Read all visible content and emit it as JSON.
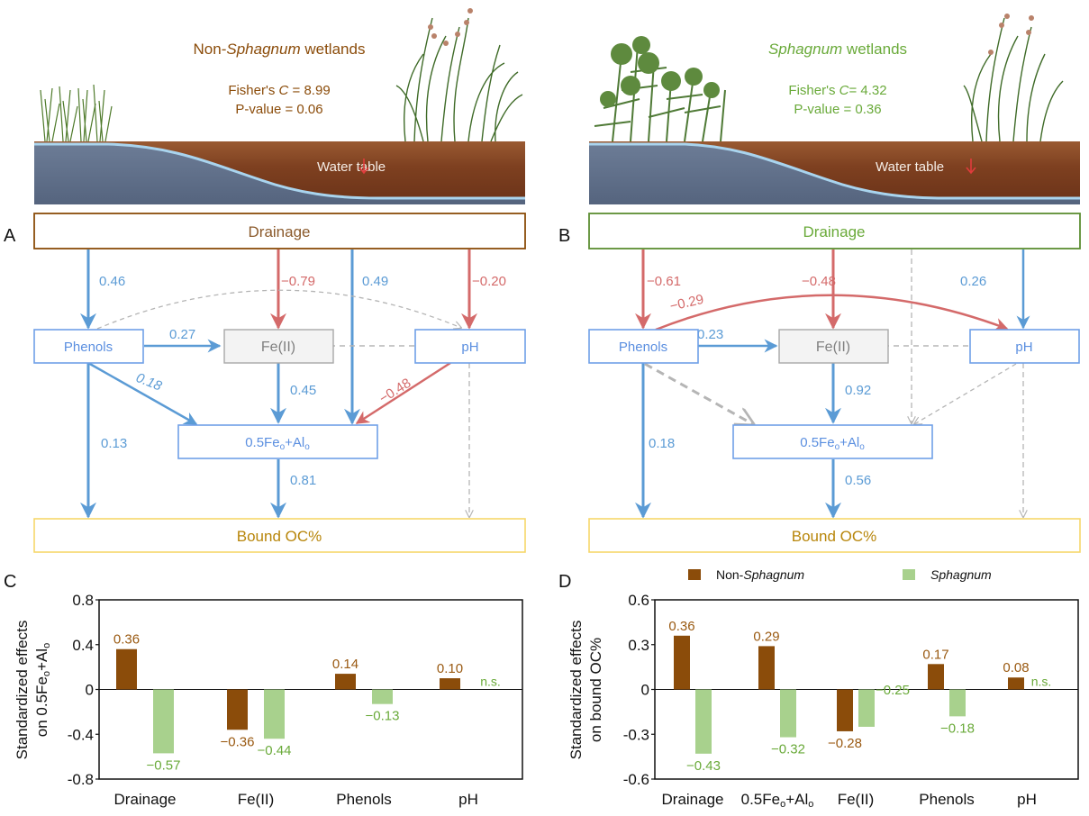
{
  "colors": {
    "brown": "#8B4C0A",
    "brown_text": "#9A5A12",
    "green_text": "#6AAA3A",
    "green_bar": "#A8D18D",
    "green_box": "#5C8E32",
    "blue": "#5B9BD5",
    "blue_box": "#6FA0E8",
    "red": "#D46A6A",
    "gray": "#B5B5B5",
    "yellow_box": "#F7D76A",
    "bound_text": "#B8860B",
    "water": "#5C6C86",
    "soil": "#7A3E1C",
    "water_table_arrow": "#E03C3C"
  },
  "panels": [
    {
      "letter": "A",
      "scene": {
        "title_prefix": "Non-",
        "title_italic": "Sphagnum",
        "title_suffix": " wetlands",
        "stat_label": "Fisher's ",
        "stat_italic": "C",
        "stat_value": " = 8.99",
        "pvalue": "P-value = 0.06",
        "water_table": "Water table",
        "vegetation": "sedge"
      },
      "nodes": {
        "drainage": "Drainage",
        "phenols": "Phenols",
        "fe2": "Fe(II)",
        "ph": "pH",
        "feal": "0.5Fe",
        "feal_sub1": "o",
        "feal_mid": "+Al",
        "feal_sub2": "o",
        "bound": "Bound OC%"
      },
      "paths": [
        {
          "from": "drainage",
          "to": "phenols",
          "coef": "0.46",
          "sign": "pos",
          "significant": true
        },
        {
          "from": "drainage",
          "to": "fe2",
          "coef": "−0.79",
          "sign": "neg",
          "significant": true
        },
        {
          "from": "drainage",
          "to": "feal",
          "coef": "0.49",
          "sign": "pos",
          "significant": true
        },
        {
          "from": "drainage",
          "to": "ph",
          "coef": "−0.20",
          "sign": "neg",
          "significant": true
        },
        {
          "from": "phenols",
          "to": "ph",
          "coef": "",
          "sign": "ns",
          "significant": false
        },
        {
          "from": "phenols",
          "to": "fe2",
          "coef": "0.27",
          "sign": "pos",
          "significant": true
        },
        {
          "from": "ph",
          "to": "fe2",
          "coef": "",
          "sign": "ns",
          "significant": false
        },
        {
          "from": "phenols",
          "to": "feal",
          "coef": "0.18",
          "sign": "pos",
          "significant": true
        },
        {
          "from": "fe2",
          "to": "feal",
          "coef": "0.45",
          "sign": "pos",
          "significant": true
        },
        {
          "from": "ph",
          "to": "feal",
          "coef": "−0.48",
          "sign": "neg",
          "significant": true
        },
        {
          "from": "phenols",
          "to": "bound",
          "coef": "0.13",
          "sign": "pos",
          "significant": true
        },
        {
          "from": "feal",
          "to": "bound",
          "coef": "0.81",
          "sign": "pos",
          "significant": true
        },
        {
          "from": "ph",
          "to": "bound",
          "coef": "",
          "sign": "ns",
          "significant": false
        }
      ]
    },
    {
      "letter": "B",
      "scene": {
        "title_prefix": "",
        "title_italic": "Sphagnum",
        "title_suffix": " wetlands",
        "stat_label": "Fisher's ",
        "stat_italic": "C",
        "stat_value": "= 4.32",
        "pvalue": "P-value = 0.36",
        "water_table": "Water table",
        "vegetation": "sphagnum"
      },
      "nodes": {
        "drainage": "Drainage",
        "phenols": "Phenols",
        "fe2": "Fe(II)",
        "ph": "pH",
        "feal": "0.5Fe",
        "feal_sub1": "o",
        "feal_mid": "+Al",
        "feal_sub2": "o",
        "bound": "Bound OC%"
      },
      "paths": [
        {
          "from": "drainage",
          "to": "phenols",
          "coef": "−0.61",
          "sign": "neg",
          "significant": true
        },
        {
          "from": "drainage",
          "to": "fe2",
          "coef": "−0.48",
          "sign": "neg",
          "significant": true
        },
        {
          "from": "drainage",
          "to": "feal",
          "coef": "",
          "sign": "ns",
          "significant": false
        },
        {
          "from": "drainage",
          "to": "ph",
          "coef": "0.26",
          "sign": "pos",
          "significant": true
        },
        {
          "from": "phenols",
          "to": "ph",
          "coef": "−0.29",
          "sign": "neg",
          "significant": true
        },
        {
          "from": "phenols",
          "to": "fe2",
          "coef": "0.23",
          "sign": "pos",
          "significant": true
        },
        {
          "from": "ph",
          "to": "fe2",
          "coef": "",
          "sign": "ns",
          "significant": false
        },
        {
          "from": "phenols",
          "to": "feal",
          "coef": "",
          "sign": "ns",
          "significant": false
        },
        {
          "from": "fe2",
          "to": "feal",
          "coef": "0.92",
          "sign": "pos",
          "significant": true
        },
        {
          "from": "ph",
          "to": "feal",
          "coef": "",
          "sign": "ns",
          "significant": false
        },
        {
          "from": "phenols",
          "to": "bound",
          "coef": "0.18",
          "sign": "pos",
          "significant": true
        },
        {
          "from": "feal",
          "to": "bound",
          "coef": "0.56",
          "sign": "pos",
          "significant": true
        },
        {
          "from": "ph",
          "to": "bound",
          "coef": "",
          "sign": "ns",
          "significant": false
        }
      ]
    }
  ],
  "legend": {
    "items": [
      {
        "prefix": "Non-",
        "italic": "Sphagnum",
        "color_key": "brown"
      },
      {
        "prefix": "",
        "italic": "Sphagnum",
        "color_key": "green_bar"
      }
    ]
  },
  "chart_data": [
    {
      "letter": "C",
      "type": "bar",
      "title": "",
      "ylabel_line1": "Standardized effects",
      "ylabel_line2": "on 0.5Fe",
      "ylabel_sub1": "o",
      "ylabel_mid": "+Al",
      "ylabel_sub2": "o",
      "ylim": [
        -0.8,
        0.8
      ],
      "yticks": [
        0.8,
        0.4,
        0,
        -0.4,
        -0.8
      ],
      "ytick_labels": [
        "0.8",
        "0.4",
        "0",
        "-0.4",
        "-0.8"
      ],
      "categories": [
        {
          "label": "Drainage"
        },
        {
          "label": "Fe(II)"
        },
        {
          "label": "Phenols"
        },
        {
          "label": "pH"
        }
      ],
      "series": [
        {
          "name": "Non-Sphagnum",
          "values": [
            0.36,
            -0.36,
            0.14,
            0.1
          ],
          "labels": [
            "0.36",
            "−0.36",
            "0.14",
            "0.10"
          ]
        },
        {
          "name": "Sphagnum",
          "values": [
            -0.57,
            -0.44,
            -0.13,
            null
          ],
          "labels": [
            "−0.57",
            "−0.44",
            "−0.13",
            "n.s."
          ]
        }
      ],
      "grid": false
    },
    {
      "letter": "D",
      "type": "bar",
      "title": "",
      "ylabel_line1": "Standardized effects",
      "ylabel_line2": "on bound OC%",
      "ylim": [
        -0.6,
        0.6
      ],
      "yticks": [
        0.6,
        0.3,
        0,
        -0.3,
        -0.6
      ],
      "ytick_labels": [
        "0.6",
        "0.3",
        "0",
        "-0.3",
        "-0.6"
      ],
      "categories": [
        {
          "label": "Drainage"
        },
        {
          "label": "0.5Fe",
          "sub1": "o",
          "mid": "+Al",
          "sub2": "o"
        },
        {
          "label": "Fe(II)"
        },
        {
          "label": "Phenols"
        },
        {
          "label": "pH"
        }
      ],
      "series": [
        {
          "name": "Non-Sphagnum",
          "values": [
            0.36,
            0.29,
            -0.28,
            0.17,
            0.08
          ],
          "labels": [
            "0.36",
            "0.29",
            "−0.28",
            "0.17",
            "0.08"
          ]
        },
        {
          "name": "Sphagnum",
          "values": [
            -0.43,
            -0.32,
            -0.25,
            -0.18,
            null
          ],
          "labels": [
            "−0.43",
            "−0.32",
            "−0.25",
            "−0.18",
            "n.s."
          ]
        }
      ],
      "legend_position": "top",
      "grid": false
    }
  ]
}
